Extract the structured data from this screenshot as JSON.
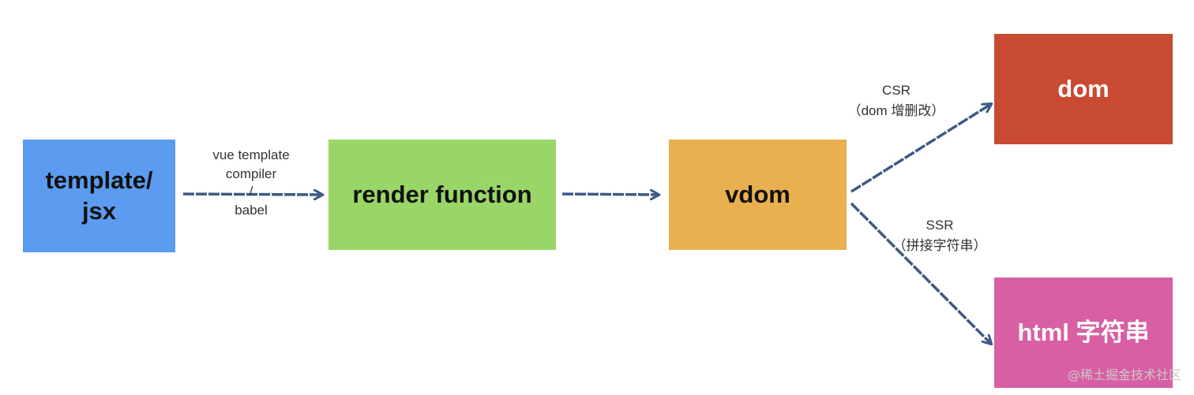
{
  "nodes": {
    "template": {
      "label": "template/ jsx",
      "color": "#5b9cf0"
    },
    "render": {
      "label": "render function",
      "color": "#99d567"
    },
    "vdom": {
      "label": "vdom",
      "color": "#e9b04f"
    },
    "dom": {
      "label": "dom",
      "color": "#c94a32"
    },
    "html": {
      "label": "html 字符串",
      "color": "#d85fa3"
    }
  },
  "edges": {
    "compile": {
      "line1": "vue template",
      "line2": "compiler",
      "line3": "/",
      "line4": "babel"
    },
    "csr": {
      "line1": "CSR",
      "line2": "（dom 增删改）"
    },
    "ssr": {
      "line1": "SSR",
      "line2": "（拼接字符串）"
    },
    "arrow_color": "#3d5a85"
  },
  "watermark": "@稀土掘金技术社区"
}
